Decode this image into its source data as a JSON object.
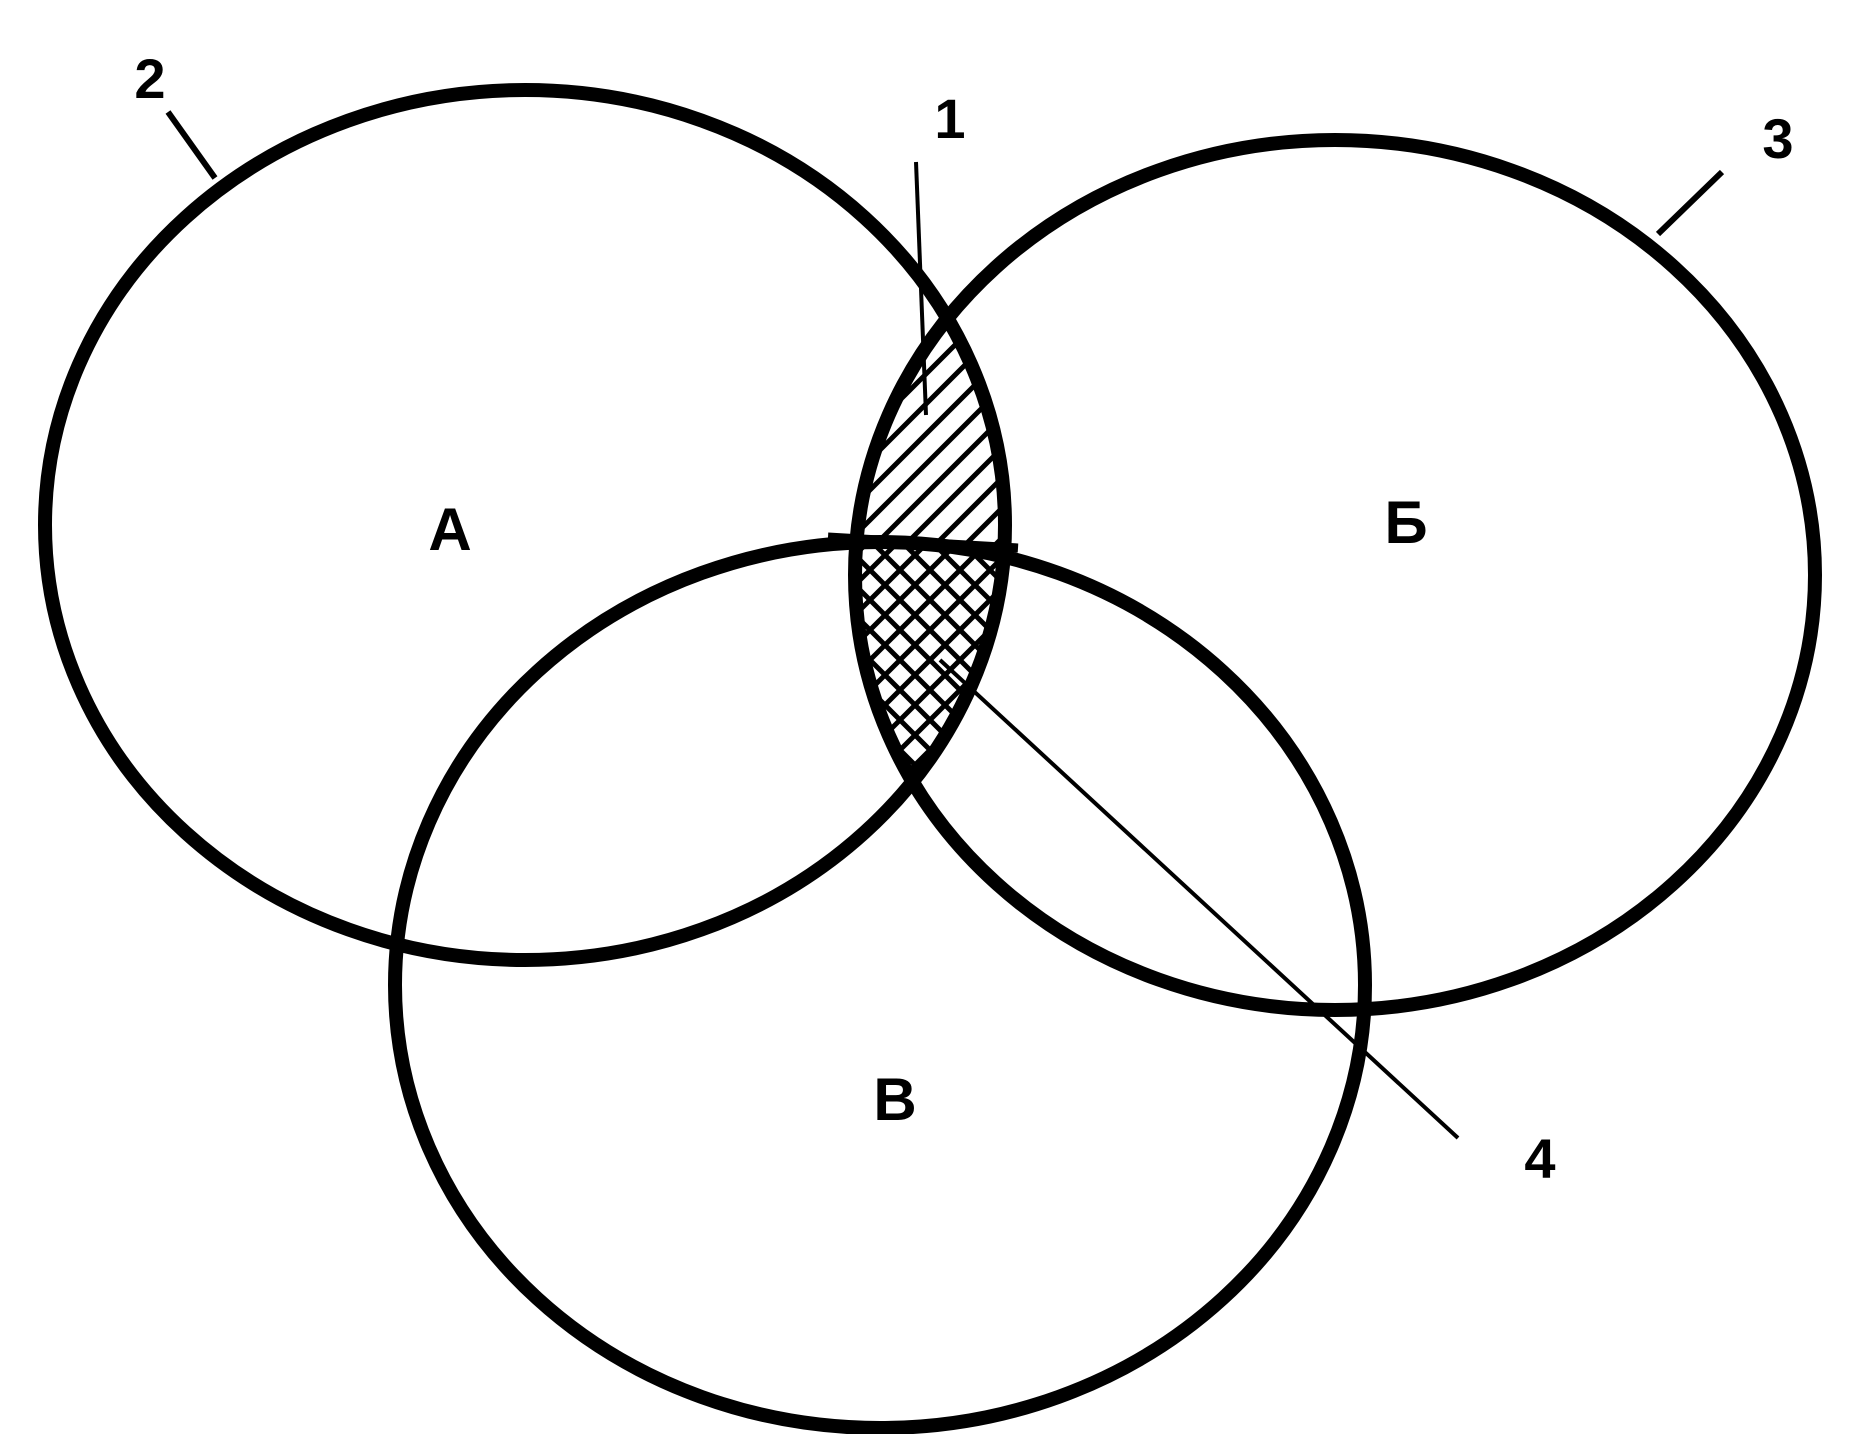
{
  "diagram": {
    "type": "venn",
    "sets": [
      {
        "label": "А",
        "number": "2"
      },
      {
        "label": "Б",
        "number": "3"
      },
      {
        "label": "В",
        "number": ""
      }
    ],
    "callouts": [
      {
        "number": "1",
        "region": "А ∩ Б"
      },
      {
        "number": "4",
        "region": "А ∩ Б ∩ В"
      }
    ],
    "colors": {
      "stroke": "#000000",
      "background": "#ffffff"
    }
  }
}
